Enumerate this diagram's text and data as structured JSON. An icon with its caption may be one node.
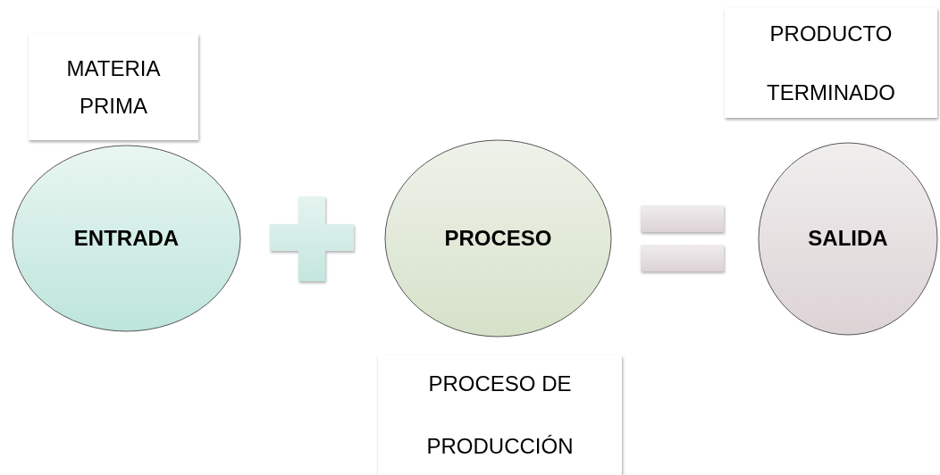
{
  "diagram": {
    "nodes": [
      {
        "text": [
          "MATERIA PRIMA"
        ]
      },
      {
        "text": [
          "PRODUCTO TERMINADO"
        ]
      },
      {
        "text": [
          "ENTRADA"
        ]
      },
      {
        "text": [
          "PROCESO"
        ]
      },
      {
        "text": [
          "SALIDA"
        ]
      },
      {
        "text": [
          "PROCESO DE PRODUCCIÓN"
        ]
      }
    ]
  }
}
